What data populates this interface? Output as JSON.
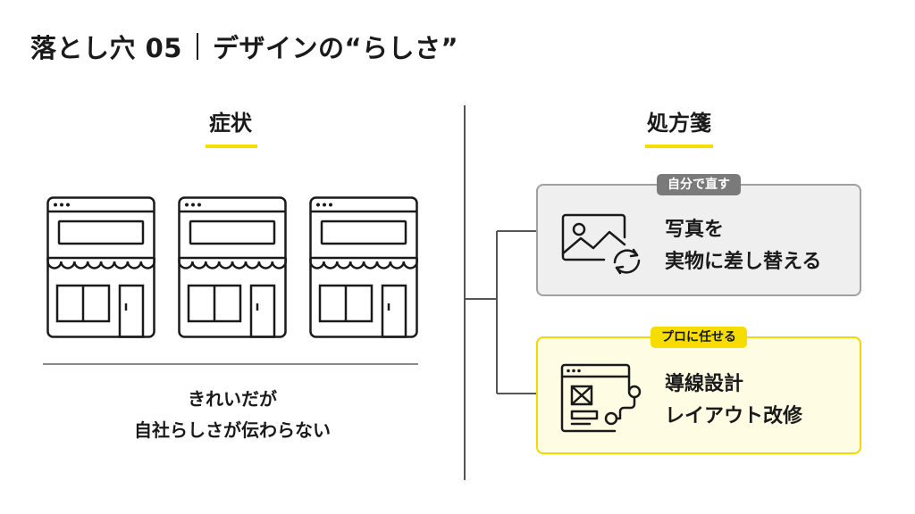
{
  "title": {
    "main": "落とし穴 05",
    "sub": "デザインの“らしさ”"
  },
  "symptom": {
    "heading": "症状",
    "caption_line1": "きれいだが",
    "caption_line2": "自社らしさが伝わらない",
    "icons": [
      "shop-icon",
      "shop-icon",
      "shop-icon"
    ]
  },
  "prescription": {
    "heading": "処方箋",
    "options": [
      {
        "tag": "自分で直す",
        "line1": "写真を",
        "line2": "実物に差し替える",
        "icon": "image-replace-icon"
      },
      {
        "tag": "プロに任せる",
        "line1": "導線設計",
        "line2": "レイアウト改修",
        "icon": "browser-flow-icon"
      }
    ]
  },
  "colors": {
    "accent": "#f5dd00",
    "text": "#1a1a1a",
    "diy_tag": "#7a7a7a",
    "pro_card_bg": "#fffce4"
  }
}
